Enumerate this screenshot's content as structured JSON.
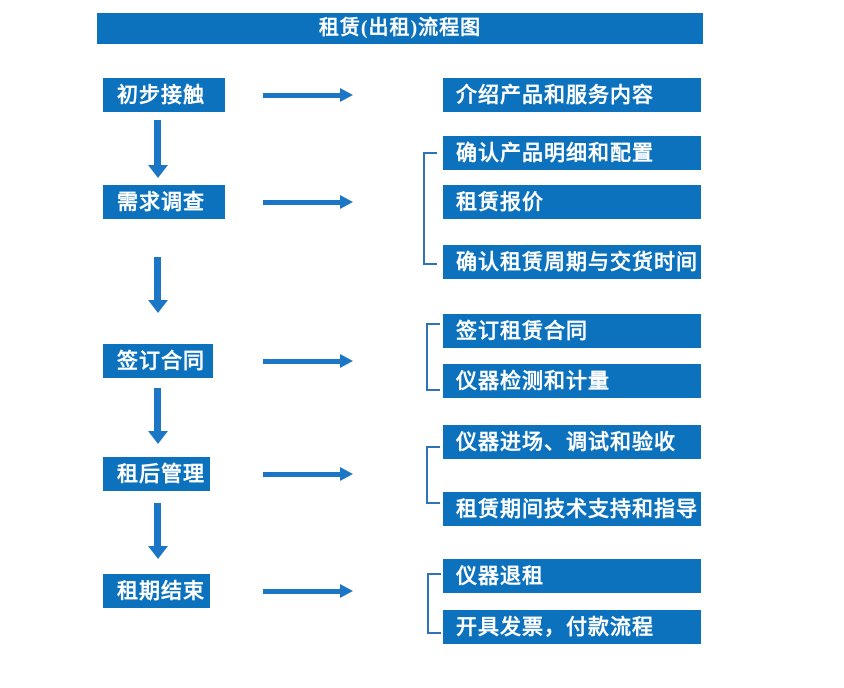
{
  "title": "租赁(出租)流程图",
  "colors": {
    "box-blue": "#0D72BD",
    "arrow-blue": "#1B76C5",
    "bracket-blue": "#2E74B5"
  },
  "steps": [
    {
      "label": "初步接触",
      "details": [
        "介绍产品和服务内容"
      ]
    },
    {
      "label": "需求调查",
      "details": [
        "确认产品明细和配置",
        "租赁报价",
        "确认租赁周期与交货时间"
      ]
    },
    {
      "label": "签订合同",
      "details": [
        "签订租赁合同",
        "仪器检测和计量"
      ]
    },
    {
      "label": "租后管理",
      "details": [
        "仪器进场、调试和验收",
        "租赁期间技术支持和指导"
      ]
    },
    {
      "label": "租期结束",
      "details": [
        "仪器退租",
        "开具发票，付款流程"
      ]
    }
  ]
}
